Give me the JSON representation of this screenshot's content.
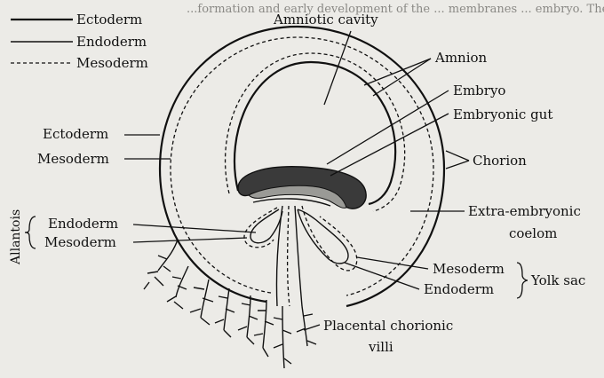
{
  "header_text": "...formation and early development of the ... membranes ... embryo. The ... were ... form a ... and ... membranes ... human being.",
  "legend": {
    "ectoderm": "Ectoderm",
    "endoderm": "Endoderm",
    "mesoderm": "Mesoderm"
  },
  "labels": {
    "amniotic_cavity": "Amniotic cavity",
    "amnion": "Amnion",
    "embryo": "Embryo",
    "embryonic_gut": "Embryonic gut",
    "chorion": "Chorion",
    "extra_embryonic_1": "Extra-embryonic",
    "extra_embryonic_2": "coelom",
    "ectoderm_left": "Ectoderm",
    "mesoderm_left": "Mesoderm",
    "allantois": "Allantois",
    "allantois_endoderm": "Endoderm",
    "allantois_mesoderm": "Mesoderm",
    "yolk_mesoderm": "Mesoderm",
    "yolk_endoderm": "Endoderm",
    "yolk_sac": "Yolk sac",
    "placental_1": "Placental chorionic",
    "placental_2": "villi"
  }
}
